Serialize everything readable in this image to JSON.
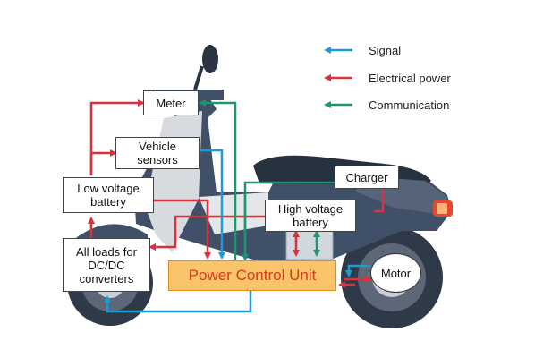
{
  "colors": {
    "signal": "#1a9ad6",
    "electrical_power": "#d8323c",
    "communication": "#1e9472",
    "pcu_fill": "#f9c46a",
    "pcu_text": "#d73a1e",
    "body_dark": "#3f5068"
  },
  "legend": {
    "signal": "Signal",
    "electrical_power": "Electrical power",
    "communication": "Communication"
  },
  "components": {
    "meter": "Meter",
    "vehicle_sensors": "Vehicle\nsensors",
    "low_voltage_battery": "Low voltage\nbattery",
    "all_loads": "All loads for\nDC/DC\nconverters",
    "charger": "Charger",
    "high_voltage_battery": "High voltage\nbattery",
    "power_control_unit": "Power Control Unit",
    "motor": "Motor"
  }
}
